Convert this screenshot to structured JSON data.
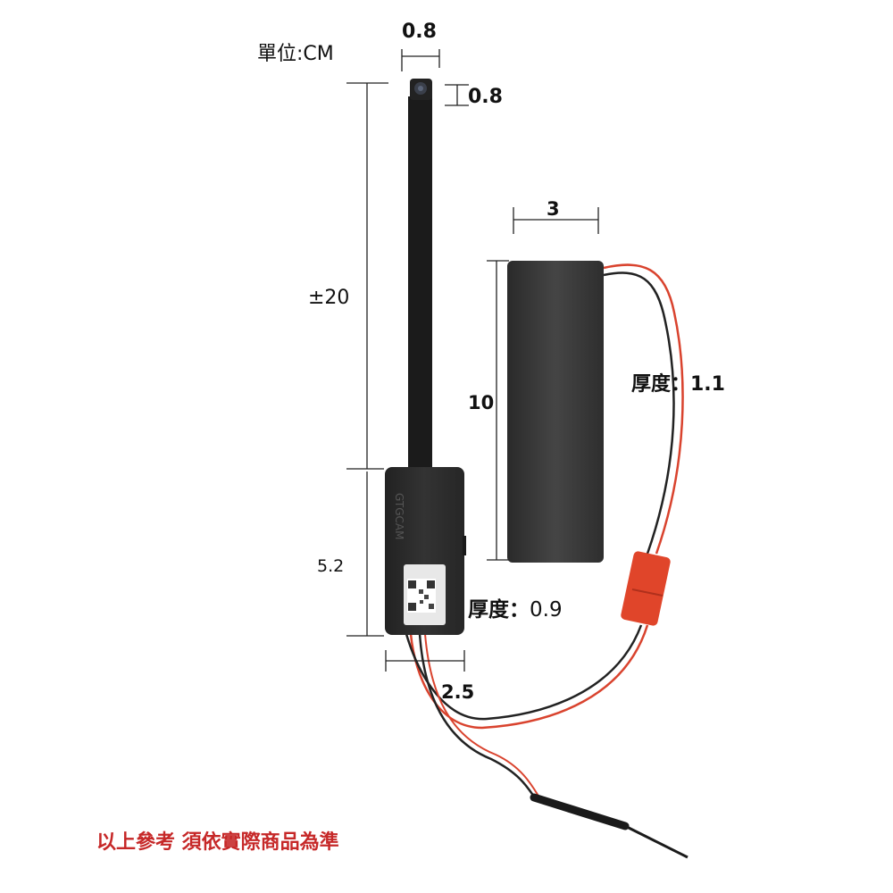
{
  "unit_label": "單位:CM",
  "dimensions": {
    "lens_width": "0.8",
    "lens_height": "0.8",
    "ribbon_length": "±20",
    "module_height": "5.2",
    "module_width": "2.5",
    "module_thickness_label": "厚度：",
    "module_thickness_value": "0.9",
    "battery_width": "3",
    "battery_height": "10",
    "battery_thickness": "厚度：1.1"
  },
  "module_brand": "GTGCAM",
  "disclaimer": "以上參考 須依實際商品為準",
  "colors": {
    "disclaimer": "#c62828",
    "wire_red": "#d9432e",
    "connector": "#e0452a"
  }
}
